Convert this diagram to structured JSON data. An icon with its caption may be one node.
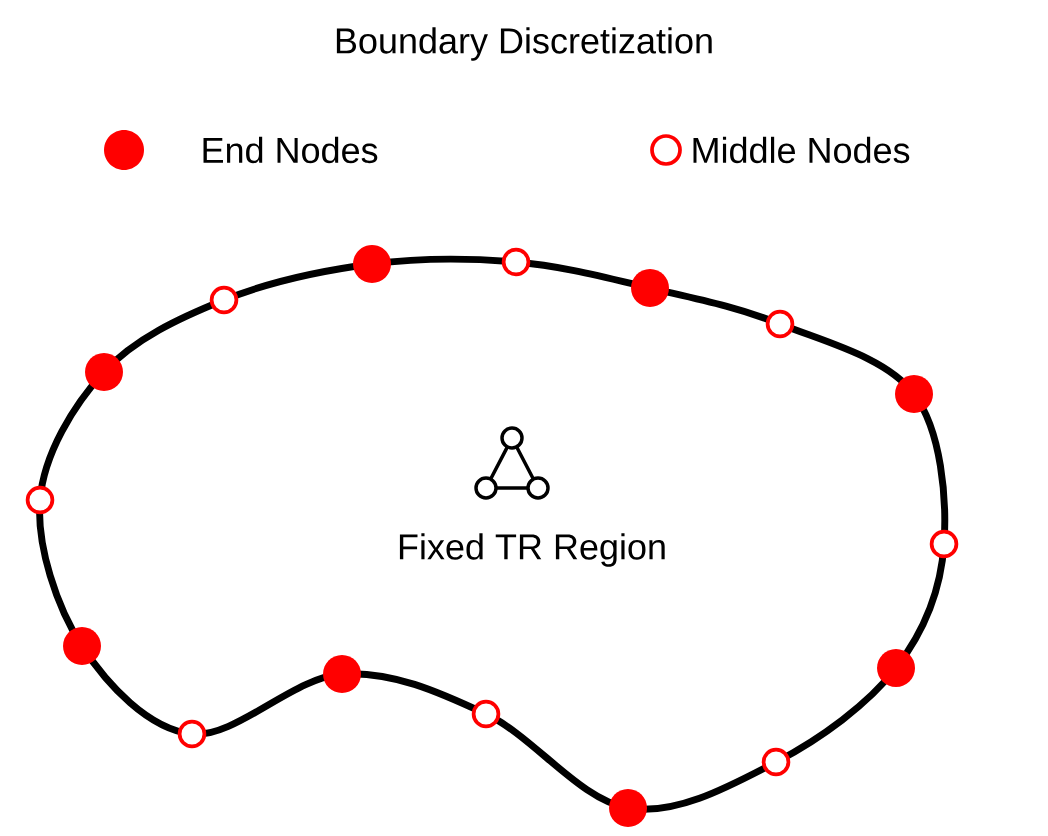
{
  "diagram": {
    "title": "Boundary Discretization",
    "labels": [
      "Fixed TR Region"
    ],
    "legend": [
      {
        "text": "End Nodes"
      },
      {
        "text": "Middle Nodes"
      }
    ]
  }
}
